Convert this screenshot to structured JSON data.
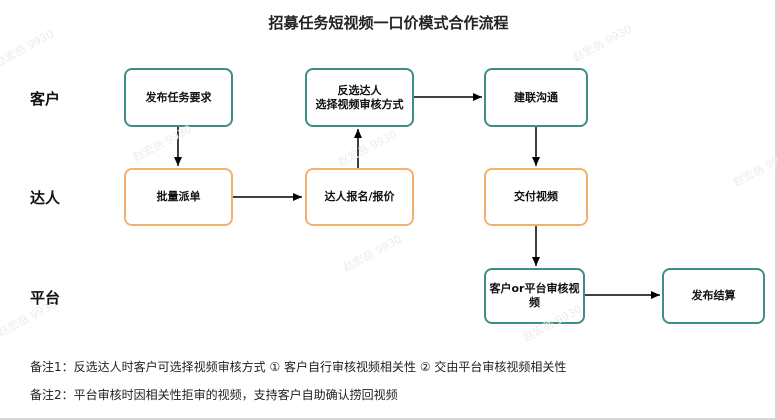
{
  "title": "招募任务短视频一口价模式合作流程",
  "rows": {
    "customer": "客户",
    "talent": "达人",
    "platform": "平台"
  },
  "boxes": {
    "publish_task": "发布任务要求",
    "reverse_select": "反选达人\n选择视频审核方式",
    "build_contact": "建联沟通",
    "batch_dispatch": "批量派单",
    "talent_signup": "达人报名/报价",
    "deliver_video": "交付视频",
    "review_video": "客户or平台审核视\n频",
    "settlement": "发布结算"
  },
  "notes": {
    "note1": "备注1：反选达人时客户可选择视频审核方式 ① 客户自行审核视频相关性 ② 交由平台审核视频相关性",
    "note2": "备注2：平台审核时因相关性拒审的视频，支持客户自助确认捞回视频"
  },
  "watermark": "赵宏岳 9930",
  "colors": {
    "customer_border": "#3f8e86",
    "talent_border": "#f4b06f"
  }
}
